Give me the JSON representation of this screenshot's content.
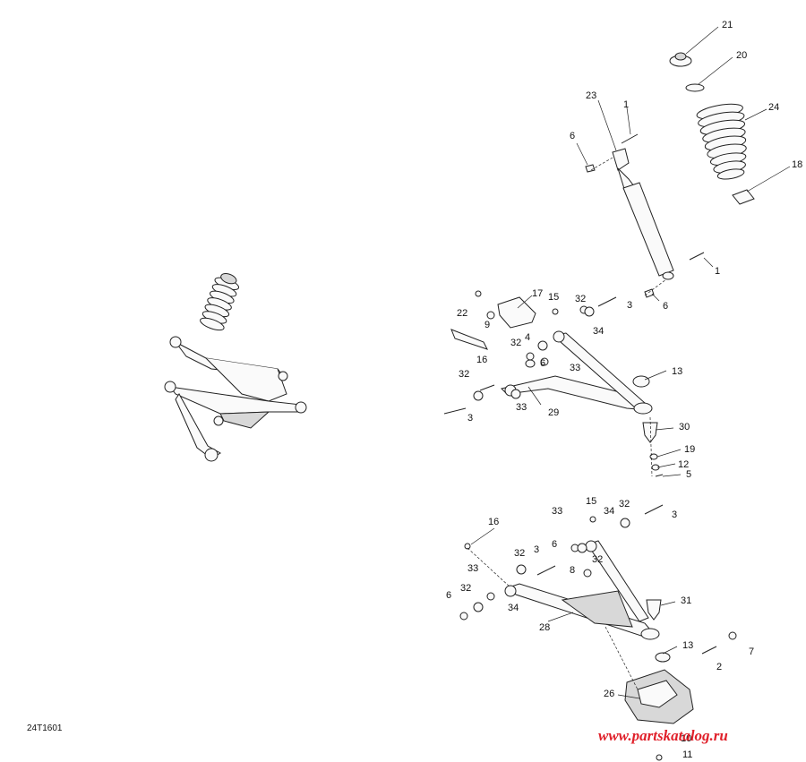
{
  "diagram_code": "24T1601",
  "watermark": "www.partskatalog.ru",
  "callouts": {
    "c21": "21",
    "c20": "20",
    "c24": "24",
    "c18": "18",
    "c23": "23",
    "c1a": "1",
    "c6a": "6",
    "c1b": "1",
    "c6b": "6",
    "c17": "17",
    "c15a": "15",
    "c32a": "32",
    "c3a": "3",
    "c22": "22",
    "c9": "9",
    "c4": "4",
    "c34a": "34",
    "c32b": "32",
    "c6c": "6",
    "c33a": "33",
    "c16a": "16",
    "c13a": "13",
    "c32c": "32",
    "c33b": "33",
    "c29": "29",
    "c3b": "3",
    "c30": "30",
    "c19": "19",
    "c12": "12",
    "c5": "5",
    "c15b": "15",
    "c32d": "32",
    "c33c": "33",
    "c34b": "34",
    "c3c": "3",
    "c16b": "16",
    "c32e": "32",
    "c3d": "3",
    "c6d": "6",
    "c32f": "32",
    "c8": "8",
    "c33d": "33",
    "c32g": "32",
    "c6e": "6",
    "c34c": "34",
    "c31": "31",
    "c28": "28",
    "c13b": "13",
    "c7": "7",
    "c2": "2",
    "c26": "26",
    "c10": "10",
    "c11": "11"
  }
}
